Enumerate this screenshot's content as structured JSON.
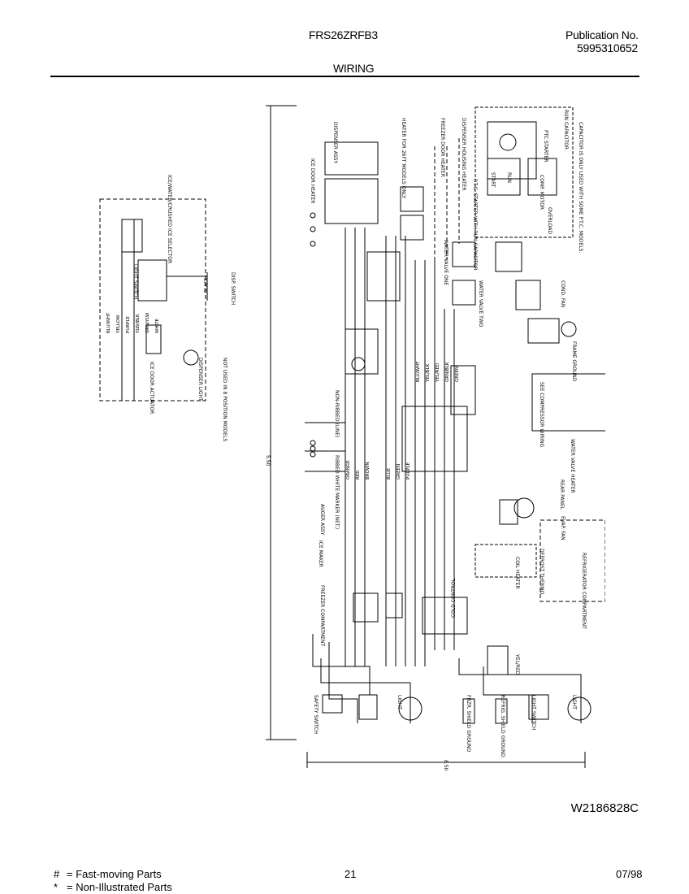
{
  "header": {
    "model": "FRS26ZRFB3",
    "publication_label": "Publication No.",
    "publication_number": "5995310652",
    "section_title": "WIRING"
  },
  "diagram": {
    "drawing_number": "W2186828C",
    "dim_vertical": "5.50",
    "dim_horizontal": "8.50",
    "labels": {
      "dispenser_assy": "DISPENSER ASSY",
      "ice_door_heater": "ICE DOOR HEATER",
      "heater_note": "HEATER FOR 26FT MODELS ONLY",
      "freezer_door_heater": "FREEZER DOOR HEATER",
      "dispenser_housing_heater": "DISPENSER HOUSING HEATER",
      "ptc_starter_run_cap": "P.T.C. STARTER WITH RUN CAPACITOR",
      "run_capacitor": "RUN CAPACITOR",
      "ptc_starter": "PTC STARTER",
      "start": "START",
      "run": "RUN",
      "comp_motor": "COMP. MOTOR",
      "overload": "OVERLOAD",
      "capacitor_note": "CAPACITOR IS ONLY USED WITH SOME P.T.C. MODELS.",
      "ice_water_selector": "ICE/WATER/CRUSHED ICE SELECTOR",
      "light_switch": "LIGHT SWITCH",
      "disp_switch": "DISP. SWITCH",
      "dispenser_light": "DISPENSER LIGHT",
      "ice_door_actuator": "ICE DOOR ACTUATOR",
      "not_used_note": "NOT USED IN 8 POSITION MODELS",
      "water_valve_one": "WATER VALVE ONE",
      "water_valve_two": "WATER VALVE TWO",
      "fan_motor": "COND. FAN",
      "compressor_wiring": "SEE COMPRESSOR WIRING",
      "frame_ground": "FRAME GROUND",
      "non_ribbed": "NON-RIBBED (LINE)",
      "ribbed_marker": "RIBBED WHITE MARKER (NET.)",
      "rear_panel": "REAR PANEL",
      "water_valve_heater": "WATER VALVE HEATER",
      "evap_fan": "EVAP. FAN",
      "defrost_thermo": "DEFROST THERMO",
      "defrost_heater": "COIL HEATER",
      "icemaker": "ICE MAKER",
      "auger_assy": "AUGER ASSY",
      "cold_control": "COLD CONTROL",
      "freezer_compartment": "FREEZER COMPARTMENT",
      "refrigerator_compartment": "REFRIGERATOR COMPARTMENT",
      "safety_switch": "SAFETY SWITCH",
      "light": "LIGHT",
      "frzr_shield_ground": "FRZR. SHIELD GROUND",
      "refrig_shield_ground": "REFRIG. SHIELD GROUND",
      "yel_red": "YEL/RED"
    },
    "wire_colors": [
      "BLU/WHT",
      "YELLOW",
      "PURPLE",
      "YLW/BLK",
      "GRN/YLW",
      "WHITE",
      "BLACK",
      "ORANGE",
      "RED",
      "BROWN",
      "BLUE",
      "GREEN",
      "PURPLE",
      "BLU/WHT",
      "YEL/BLK",
      "YEL/RED",
      "GRN/BLK",
      "GREEN"
    ]
  },
  "footer": {
    "legend_fast_symbol": "#",
    "legend_fast_text": "= Fast-moving Parts",
    "legend_non_symbol": "*",
    "legend_non_text": "= Non-Illustrated Parts",
    "page_number": "21",
    "date": "07/98"
  }
}
